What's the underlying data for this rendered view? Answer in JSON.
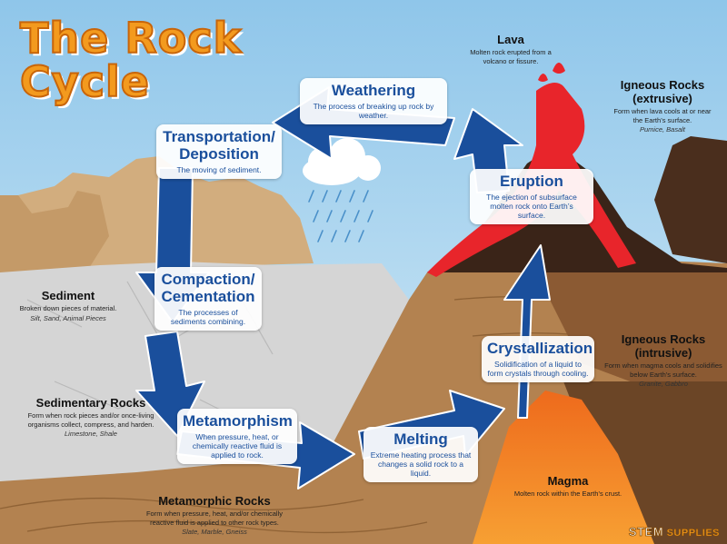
{
  "title": {
    "line1": "The Rock",
    "line2": "Cycle"
  },
  "stages": {
    "weathering": {
      "name": "Weathering",
      "desc": "The process of breaking up rock by weather."
    },
    "transportation": {
      "name": "Transportation/ Deposition",
      "desc": "The moving of sediment."
    },
    "compaction": {
      "name": "Compaction/ Cementation",
      "desc": "The processes of sediments combining."
    },
    "metamorphism": {
      "name": "Metamorphism",
      "desc": "When pressure, heat, or chemically reactive fluid is applied to rock."
    },
    "melting": {
      "name": "Melting",
      "desc": "Extreme heating process that changes a solid rock to a liquid."
    },
    "crystallization": {
      "name": "Crystallization",
      "desc": "Solidification of a liquid to form crystals through cooling."
    },
    "eruption": {
      "name": "Eruption",
      "desc": "The ejection of subsurface molten rock onto Earth’s surface."
    }
  },
  "materials": {
    "lava": {
      "name": "Lava",
      "desc": "Molten rock erupted from a volcano or fissure."
    },
    "igneous_extrusive": {
      "name": "Igneous Rocks (extrusive)",
      "desc": "Form when lava cools at or near the Earth’s surface.",
      "examples": "Pumice, Basalt"
    },
    "igneous_intrusive": {
      "name": "Igneous Rocks (intrusive)",
      "desc": "Form when magma cools and solidifies below Earth’s surface.",
      "examples": "Granite, Gabbro"
    },
    "magma": {
      "name": "Magma",
      "desc": "Molten rock within the Earth’s crust."
    },
    "sediment": {
      "name": "Sediment",
      "desc": "Broken down pieces of material.",
      "examples": "Silt, Sand, Animal Pieces"
    },
    "sedimentary": {
      "name": "Sedimentary Rocks",
      "desc": "Form when rock pieces and/or once-living organisms collect, compress, and harden.",
      "examples": "Limestone, Shale"
    },
    "metamorphic": {
      "name": "Metamorphic Rocks",
      "desc": "Form when pressure, heat, and/or chemically reactive fluid is applied to other rock types.",
      "examples": "Slate, Marble, Gneiss"
    }
  },
  "logo": {
    "part1": "STEM",
    "part2": "SUPPLIES"
  },
  "colors": {
    "arrow": "#1a4f9c",
    "lava": "#e8252b",
    "magma": "#f07d18",
    "sky": "#a9d4ee",
    "title": "#f39a1e"
  },
  "icons": {
    "cloud": "rain-cloud-icon"
  }
}
